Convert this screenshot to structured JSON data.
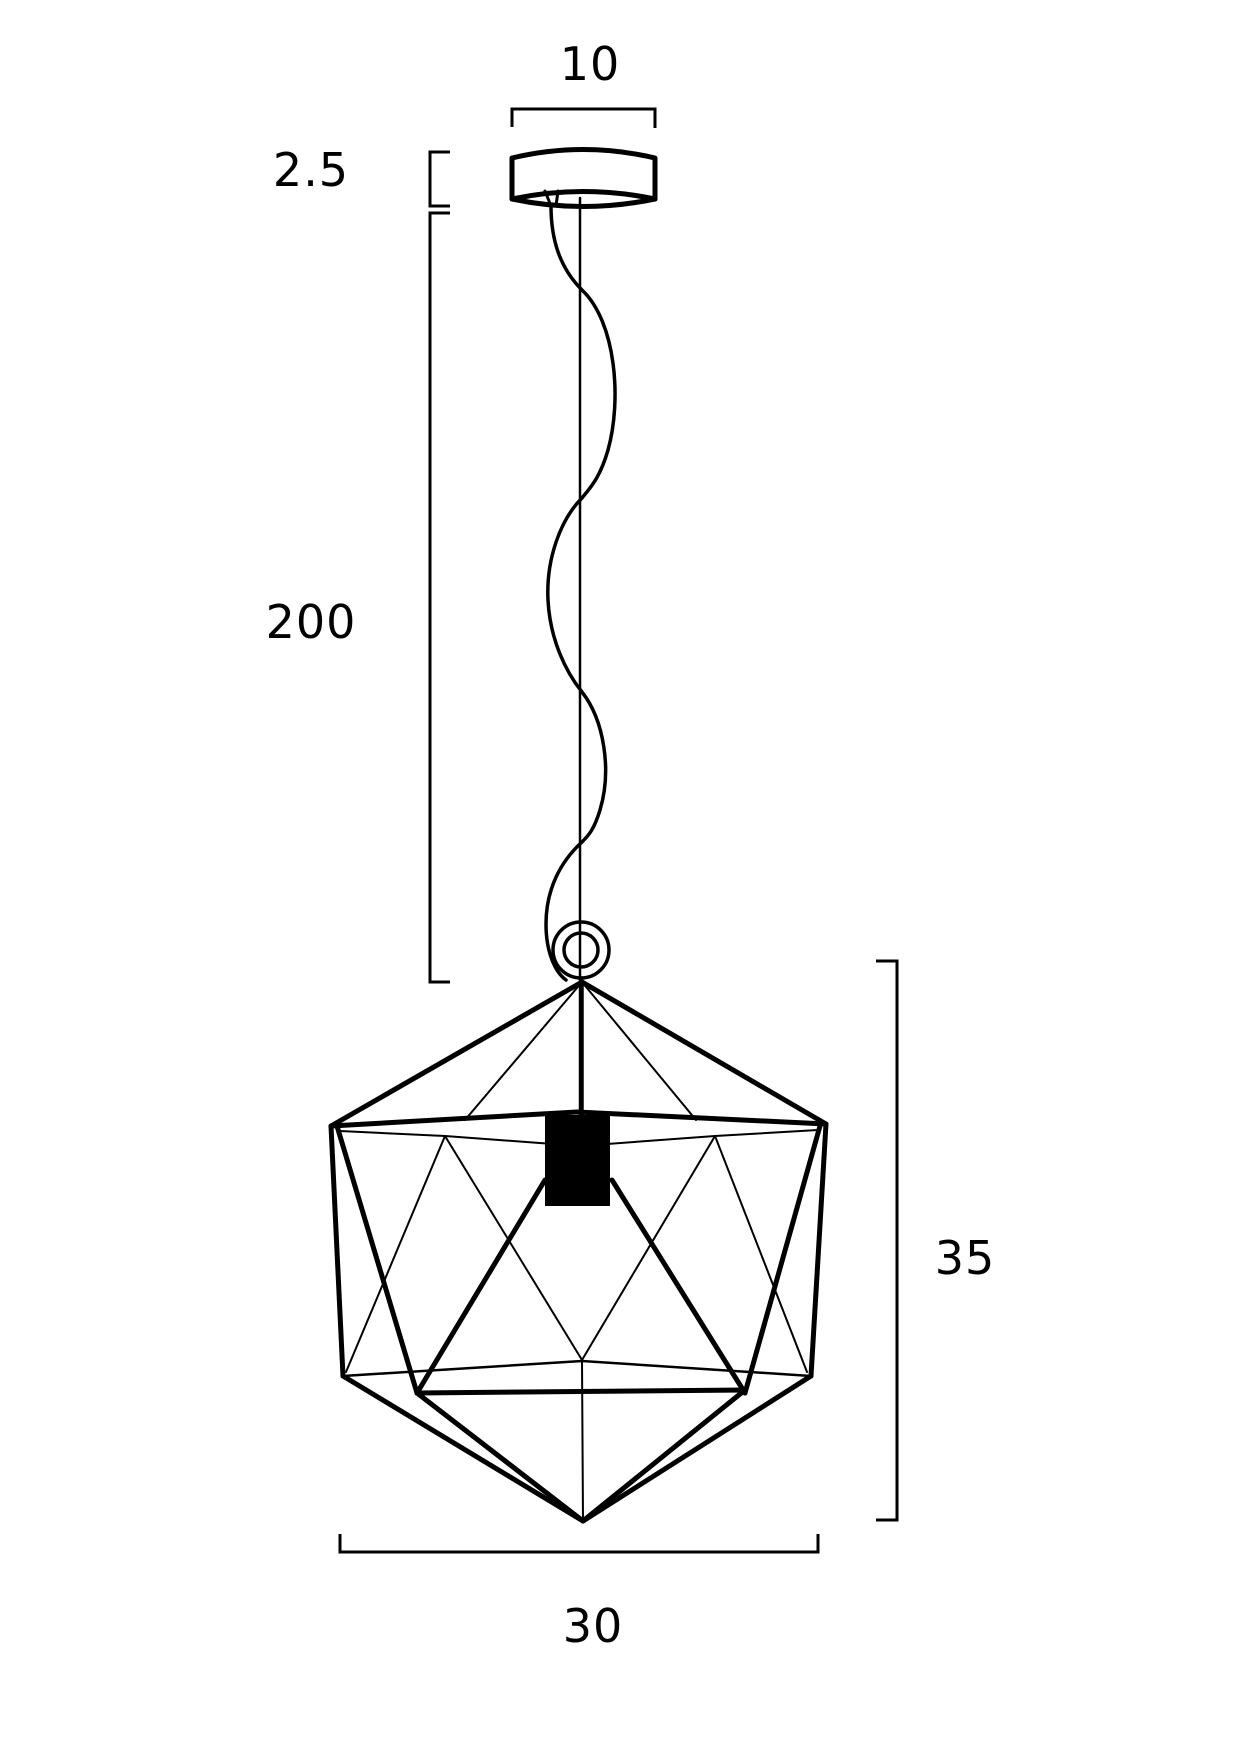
{
  "drawing": {
    "subject": "Geometric pendant light dimension drawing",
    "stroke_color": "#000000",
    "background_color": "#ffffff"
  },
  "dimensions": {
    "canopy_diameter": {
      "value": "10",
      "orientation": "horizontal",
      "position": "top"
    },
    "canopy_height": {
      "value": "2.5",
      "orientation": "vertical",
      "position": "left-top"
    },
    "cord_drop": {
      "value": "200",
      "orientation": "vertical",
      "position": "left"
    },
    "shade_height": {
      "value": "35",
      "orientation": "vertical",
      "position": "right"
    },
    "shade_width": {
      "value": "30",
      "orientation": "horizontal",
      "position": "bottom"
    }
  },
  "components": [
    {
      "name": "ceiling-canopy",
      "shape": "cylinder"
    },
    {
      "name": "suspension-cord",
      "shape": "straight line"
    },
    {
      "name": "power-cable",
      "shape": "coiled wave"
    },
    {
      "name": "hanging-ring",
      "shape": "double circle"
    },
    {
      "name": "geometric-cage-shade",
      "shape": "faceted polyhedron wire frame"
    },
    {
      "name": "lamp-socket",
      "shape": "solid black rectangle"
    }
  ]
}
